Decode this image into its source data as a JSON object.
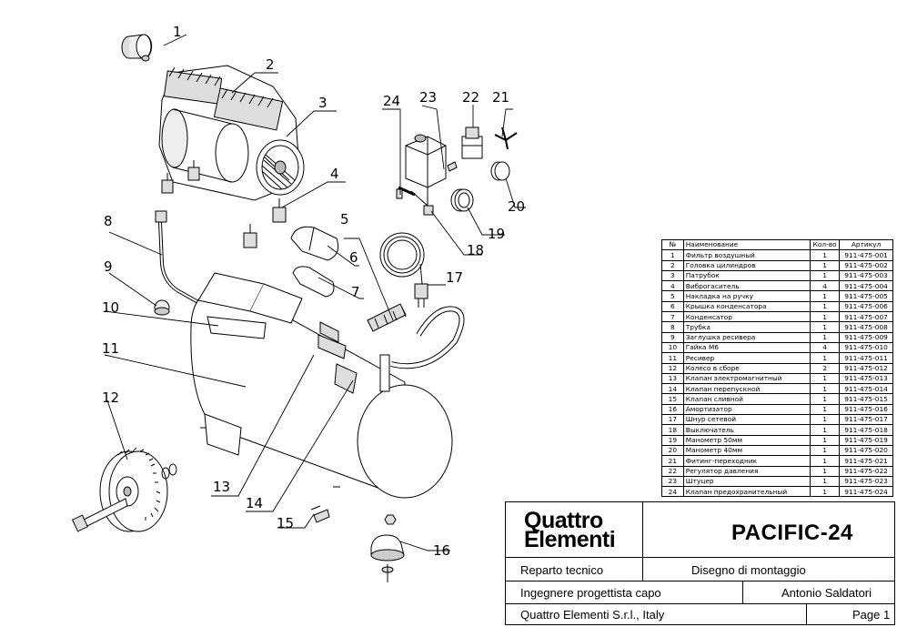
{
  "callouts": [
    "1",
    "2",
    "3",
    "4",
    "5",
    "6",
    "7",
    "8",
    "9",
    "10",
    "11",
    "12",
    "13",
    "14",
    "15",
    "16",
    "17",
    "18",
    "19",
    "20",
    "21",
    "22",
    "23",
    "24"
  ],
  "table": {
    "headers": [
      "№",
      "Наименование",
      "Кол-во",
      "Артикул"
    ],
    "rows": [
      [
        "1",
        "Фильтр воздушный",
        "1",
        "911-475-001"
      ],
      [
        "2",
        "Головка цилиндров",
        "1",
        "911-475-002"
      ],
      [
        "3",
        "Патрубок",
        "1",
        "911-475-003"
      ],
      [
        "4",
        "Виброгаситель",
        "4",
        "911-475-004"
      ],
      [
        "5",
        "Накладка на ручку",
        "1",
        "911-475-005"
      ],
      [
        "6",
        "Крышка конденсатора",
        "1",
        "911-475-006"
      ],
      [
        "7",
        "Конденсатор",
        "1",
        "911-475-007"
      ],
      [
        "8",
        "Трубка",
        "1",
        "911-475-008"
      ],
      [
        "9",
        "Заглушка ресивера",
        "1",
        "911-475-009"
      ],
      [
        "10",
        "Гайка М6",
        "4",
        "911-475-010"
      ],
      [
        "11",
        "Ресивер",
        "1",
        "911-475-011"
      ],
      [
        "12",
        "Колесо в сборе",
        "2",
        "911-475-012"
      ],
      [
        "13",
        "Клапан электромагнитный",
        "1",
        "911-475-013"
      ],
      [
        "14",
        "Клапан перепускной",
        "1",
        "911-475-014"
      ],
      [
        "15",
        "Клапан сливной",
        "1",
        "911-475-015"
      ],
      [
        "16",
        "Амортизатор",
        "1",
        "911-475-016"
      ],
      [
        "17",
        "Шнур сетевой",
        "1",
        "911-475-017"
      ],
      [
        "18",
        "Выключатель",
        "1",
        "911-475-018"
      ],
      [
        "19",
        "Манометр 50мм",
        "1",
        "911-475-019"
      ],
      [
        "20",
        "Манометр 40мм",
        "1",
        "911-475-020"
      ],
      [
        "21",
        "Фитинг-переходник",
        "1",
        "911-475-021"
      ],
      [
        "22",
        "Регулятор давления",
        "1",
        "911-475-022"
      ],
      [
        "23",
        "Штуцер",
        "1",
        "911-475-023"
      ],
      [
        "24",
        "Клапан предохранительный",
        "1",
        "911-475-024"
      ]
    ]
  },
  "title_block": {
    "logo_line1": "Quattro",
    "logo_line2": "Elementi",
    "model": "PACIFIC-24",
    "department": "Reparto tecnico",
    "drawing_type": "Disegno di montaggio",
    "role": "Ingegnere progettista capo",
    "engineer": "Antonio Saldatori",
    "company": "Quattro Elementi S.r.l., Italy",
    "page": "Page 1"
  }
}
